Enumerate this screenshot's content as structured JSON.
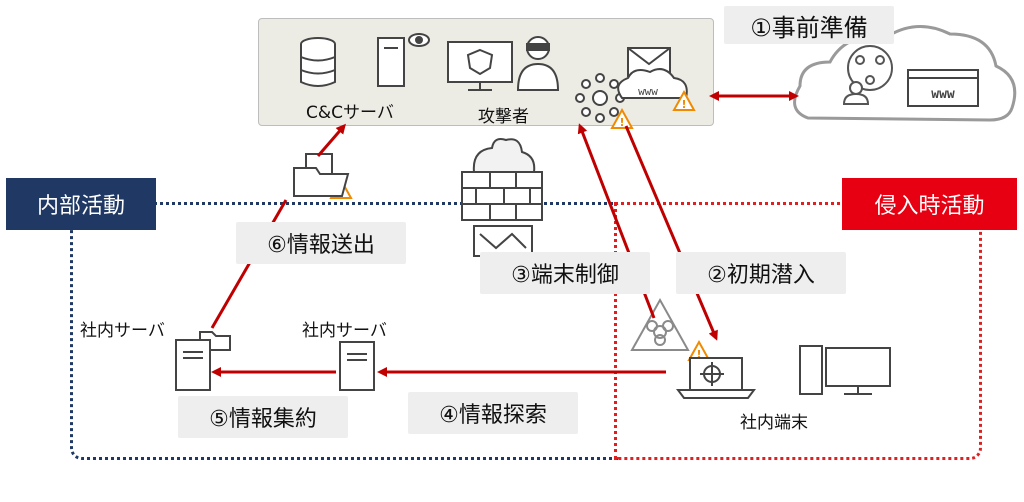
{
  "attacker_area": {
    "cc_server_label": "C&Cサーバ",
    "attacker_label": "攻撃者",
    "www_label": "www"
  },
  "preparation": {
    "label": "①事前準備",
    "cloud_www": "www"
  },
  "zones": {
    "internal": "内部活動",
    "intrusion": "侵入時活動"
  },
  "steps": {
    "initial_intrusion": "②初期潜入",
    "terminal_control": "③端末制御",
    "info_search": "④情報探索",
    "info_aggregation": "⑤情報集約",
    "info_exfiltration": "⑥情報送出"
  },
  "nodes": {
    "internal_server_left": "社内サーバ",
    "internal_server_middle": "社内サーバ",
    "internal_terminal": "社内端末"
  },
  "colors": {
    "arrow": "#c00000",
    "internal": "#1f3864",
    "intrusion": "#e60012",
    "warning": "#f08a00"
  }
}
